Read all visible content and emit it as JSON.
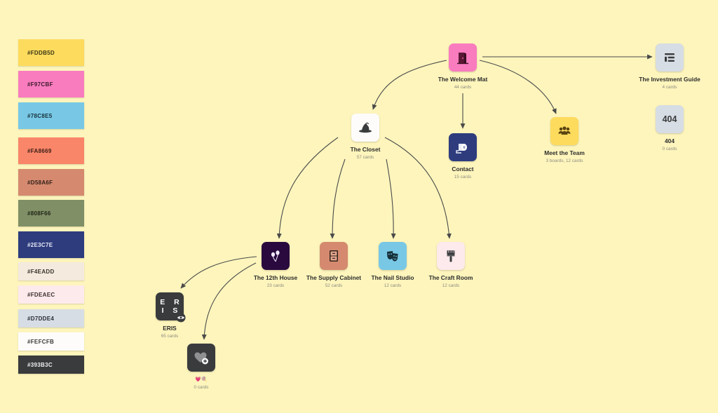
{
  "swatches": [
    "#FDDB5D",
    "#F97CBF",
    "#78C8E5",
    "#FA8669",
    "#D58A6F",
    "#808F66",
    "#2E3C7E",
    "#F4EADD",
    "#FDEAEC",
    "#D7DDE4",
    "#FEFCFB",
    "#393B3C"
  ],
  "colors": {
    "background": "#FDF5BC",
    "edge": "#4a4a4a"
  },
  "nodes": {
    "welcome_mat": {
      "title": "The Welcome Mat",
      "sub": "44 cards",
      "icon": "door-icon",
      "color": "#F97CBF"
    },
    "investment_guide": {
      "title": "The Investment Guide",
      "sub": "4 cards",
      "icon": "list-icon",
      "color": "#D7DDE4"
    },
    "page_404": {
      "title": "404",
      "sub": "0 cards",
      "icon_text": "404",
      "color": "#D7DDE4"
    },
    "closet": {
      "title": "The Closet",
      "sub": "57 cards",
      "icon": "witch-hat-icon",
      "color": "#FEFCFB"
    },
    "contact": {
      "title": "Contact",
      "sub": "15 cards",
      "icon": "toilet-paper-icon",
      "color": "#2E3C7E"
    },
    "meet_team": {
      "title": "Meet the Team",
      "sub": "3 boards, 12 cards",
      "icon": "team-icon",
      "color": "#FDDB5D"
    },
    "twelfth_house": {
      "title": "The 12th House",
      "sub": "23 cards",
      "icon": "balloons-icon",
      "color": "#2a0a3e"
    },
    "supply_cabinet": {
      "title": "The Supply Cabinet",
      "sub": "52 cards",
      "icon": "cabinet-icon",
      "color": "#D58A6F"
    },
    "nail_studio": {
      "title": "The Nail Studio",
      "sub": "12 cards",
      "icon": "theater-masks-icon",
      "color": "#78C8E5"
    },
    "craft_room": {
      "title": "The Craft Room",
      "sub": "12 cards",
      "icon": "paintbrush-icon",
      "color": "#FDEAEC"
    },
    "eris": {
      "title": "ERIS",
      "sub": "65 cards",
      "icon_word": "E R I S",
      "icon": "eye-icon",
      "color": "#393B3C"
    },
    "emoji_board": {
      "title": "💗🍭",
      "sub": "0 cards",
      "icon": "heart-add-icon",
      "color": "#393B3C"
    }
  }
}
